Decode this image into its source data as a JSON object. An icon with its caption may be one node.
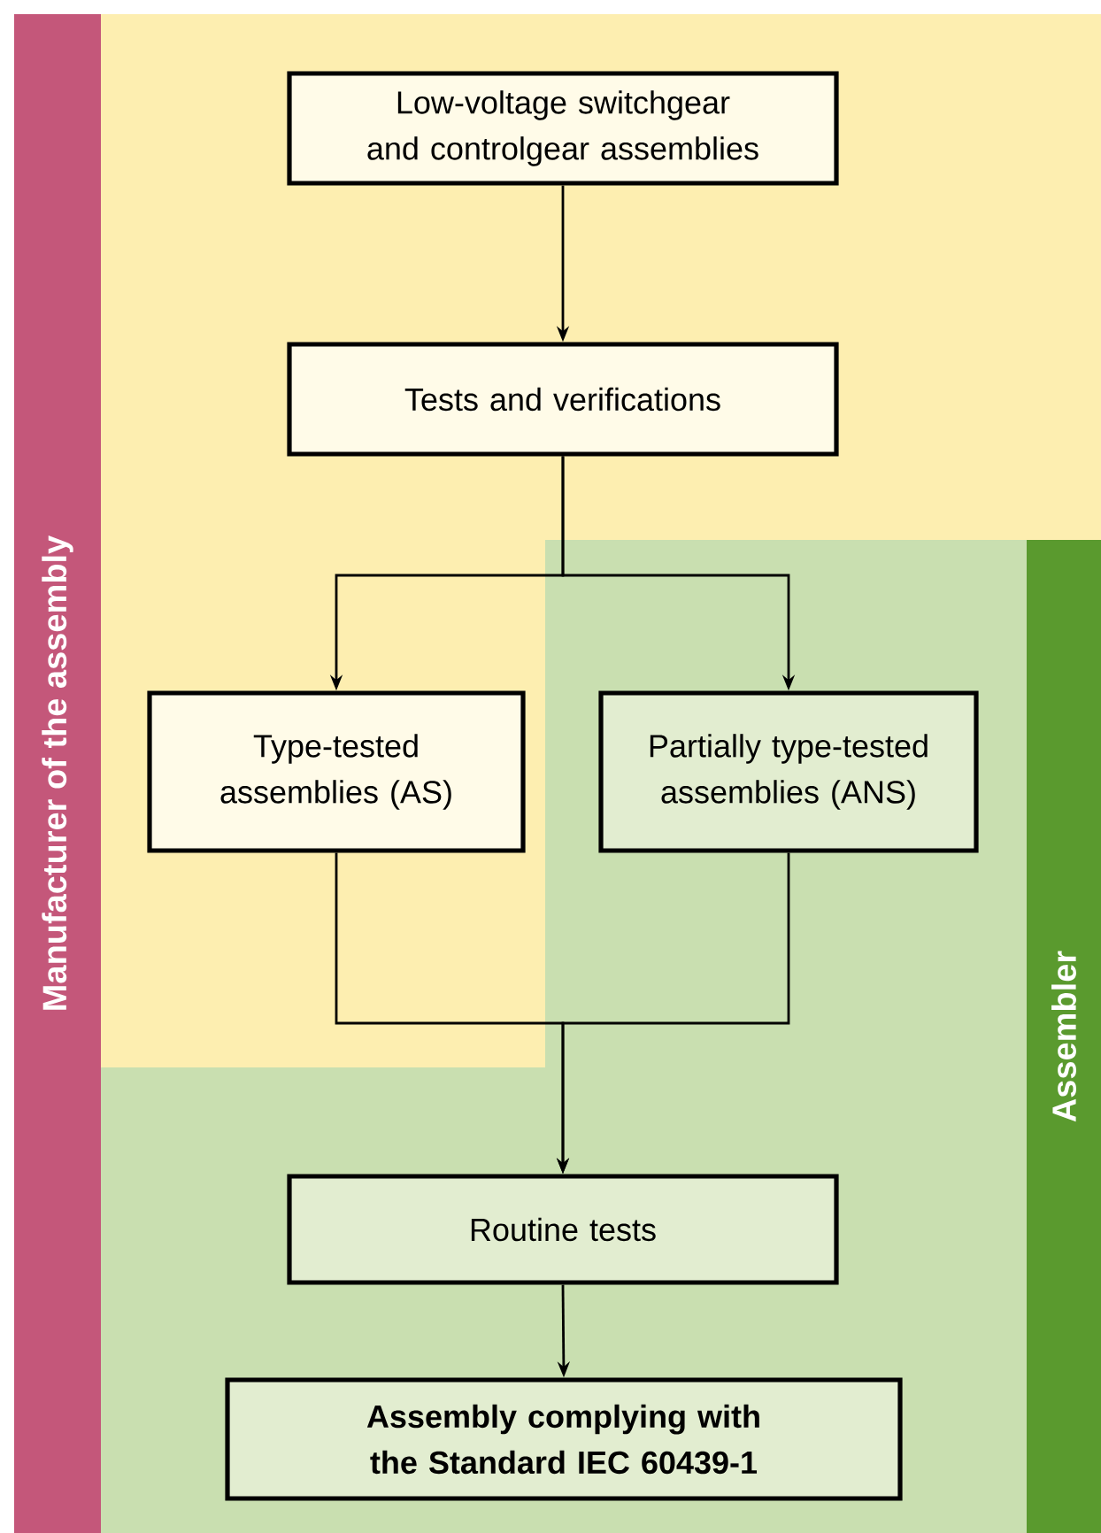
{
  "diagram": {
    "nodes": [
      {
        "text": [
          "Manufacturer of the assembly"
        ]
      },
      {
        "text": [
          "Assembler"
        ]
      },
      {
        "text": [
          "Low-voltage switchgear and controlgear assemblies"
        ]
      },
      {
        "text": [
          "Tests and verifications"
        ]
      },
      {
        "text": [
          "Type-tested assemblies (AS)"
        ]
      },
      {
        "text": [
          "Partially type-tested assemblies (ANS)"
        ]
      },
      {
        "text": [
          "Routine tests"
        ]
      },
      {
        "text": [
          "Assembly complying with the Standard IEC 60439-1"
        ]
      }
    ],
    "edges": [
      {
        "from": 2,
        "to": 3,
        "arrow": "to"
      },
      {
        "from": 3,
        "to": 4,
        "arrow": "to"
      },
      {
        "from": 3,
        "to": 5,
        "arrow": "to"
      },
      {
        "from": 4,
        "to": 6,
        "arrow": "to"
      },
      {
        "from": 5,
        "to": 6,
        "arrow": "to"
      },
      {
        "from": 6,
        "to": 7,
        "arrow": "to"
      }
    ]
  }
}
